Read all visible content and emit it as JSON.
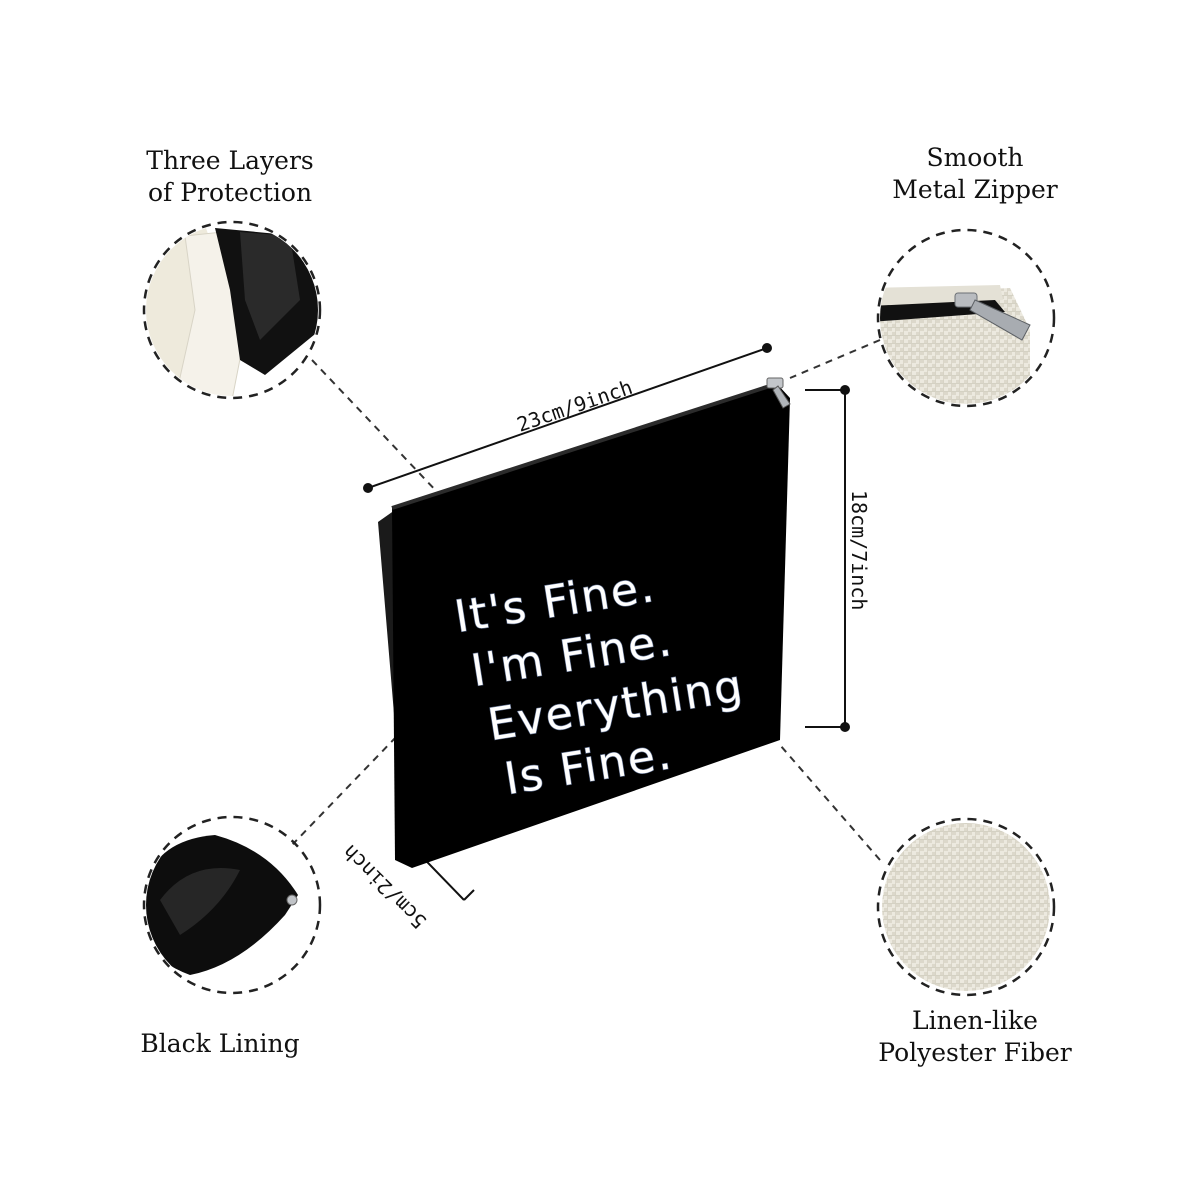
{
  "features": {
    "top_left": {
      "line1": "Three Layers",
      "line2": "of Protection",
      "icon": "three-layers-detail-icon"
    },
    "top_right": {
      "line1": "Smooth",
      "line2": "Metal Zipper",
      "icon": "zipper-detail-icon"
    },
    "bottom_left": {
      "line1": "Black Lining",
      "icon": "black-lining-detail-icon"
    },
    "bottom_right": {
      "line1": "Linen-like",
      "line2": "Polyester Fiber",
      "icon": "linen-fabric-detail-icon"
    }
  },
  "dimensions": {
    "width": "23cm/9inch",
    "height": "18cm/7inch",
    "depth": "5cm/2inch"
  },
  "bag": {
    "lines": [
      "It's Fine.",
      "I'm Fine.",
      "Everything",
      "Is Fine."
    ]
  },
  "colors": {
    "bag": "#000000",
    "text": "#ffffff",
    "linen": "#e9e6da",
    "background": "#ffffff"
  }
}
